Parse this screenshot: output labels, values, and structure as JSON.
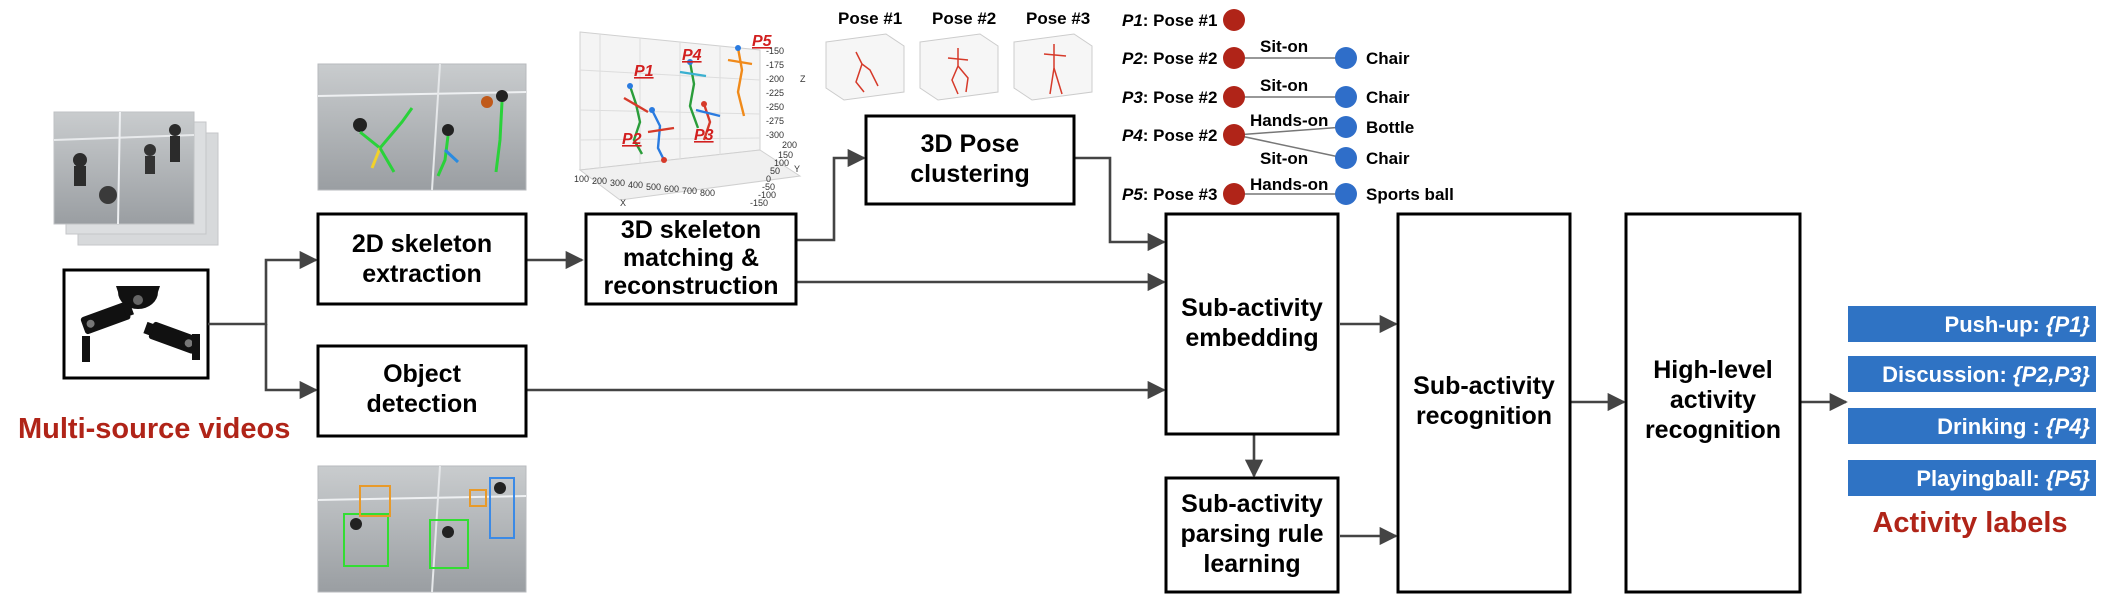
{
  "boxes": {
    "skel2d": [
      "2D skeleton",
      "extraction"
    ],
    "object": [
      "Object",
      "detection"
    ],
    "skel3d": [
      "3D skeleton",
      "matching &",
      "reconstruction"
    ],
    "cluster": [
      "3D Pose",
      "clustering"
    ],
    "embed": [
      "Sub-activity",
      "embedding"
    ],
    "parsing": [
      "Sub-activity",
      "parsing rule",
      "learning"
    ],
    "recog": [
      "Sub-activity",
      "recognition"
    ],
    "high": [
      "High-level",
      "activity",
      "recognition"
    ]
  },
  "labels": {
    "multi_source": "Multi-source videos",
    "activity_labels": "Activity labels"
  },
  "pose_titles": [
    "Pose #1",
    "Pose #2",
    "Pose #3"
  ],
  "plot3d": {
    "persons": [
      "P1",
      "P2",
      "P3",
      "P4",
      "P5"
    ],
    "x_axis_label": "X",
    "y_axis_label": "Y",
    "z_axis_label": "Z",
    "x_ticks": [
      "100",
      "200",
      "300",
      "400",
      "500",
      "600",
      "700",
      "800"
    ],
    "z_ticks": [
      "-150",
      "-175",
      "-200",
      "-225",
      "-250",
      "-275",
      "-300"
    ],
    "y_ticks": [
      "200",
      "150",
      "100",
      "50",
      "0",
      "-50",
      "-100",
      "-150"
    ]
  },
  "relations": [
    {
      "person": "P1",
      "pose": ": Pose #1"
    },
    {
      "person": "P2",
      "pose": ": Pose #2",
      "edges": [
        {
          "verb": "Sit-on",
          "object": "Chair"
        }
      ]
    },
    {
      "person": "P3",
      "pose": ": Pose #2",
      "edges": [
        {
          "verb": "Sit-on",
          "object": "Chair"
        }
      ]
    },
    {
      "person": "P4",
      "pose": ": Pose #2",
      "edges": [
        {
          "verb": "Hands-on",
          "object": "Bottle"
        },
        {
          "verb": "Sit-on",
          "object": "Chair"
        }
      ]
    },
    {
      "person": "P5",
      "pose": ": Pose #3",
      "edges": [
        {
          "verb": "Hands-on",
          "object": "Sports ball"
        }
      ]
    }
  ],
  "activities": [
    {
      "name": "Push-up: ",
      "persons": "{P1}"
    },
    {
      "name": "Discussion: ",
      "persons": "{P2,P3}"
    },
    {
      "name": "Drinking : ",
      "persons": "{P4}"
    },
    {
      "name": "Playingball: ",
      "persons": "{P5}"
    }
  ],
  "colors": {
    "person_node": "#b02418",
    "object_node": "#2f6ec9",
    "label_red": "#b02418",
    "pill_blue": "#2f73c4"
  },
  "icons": [
    "camera-icon",
    "video-frame-icon",
    "skeleton-frame-icon",
    "detection-frame-icon",
    "pose-plot-icon"
  ]
}
